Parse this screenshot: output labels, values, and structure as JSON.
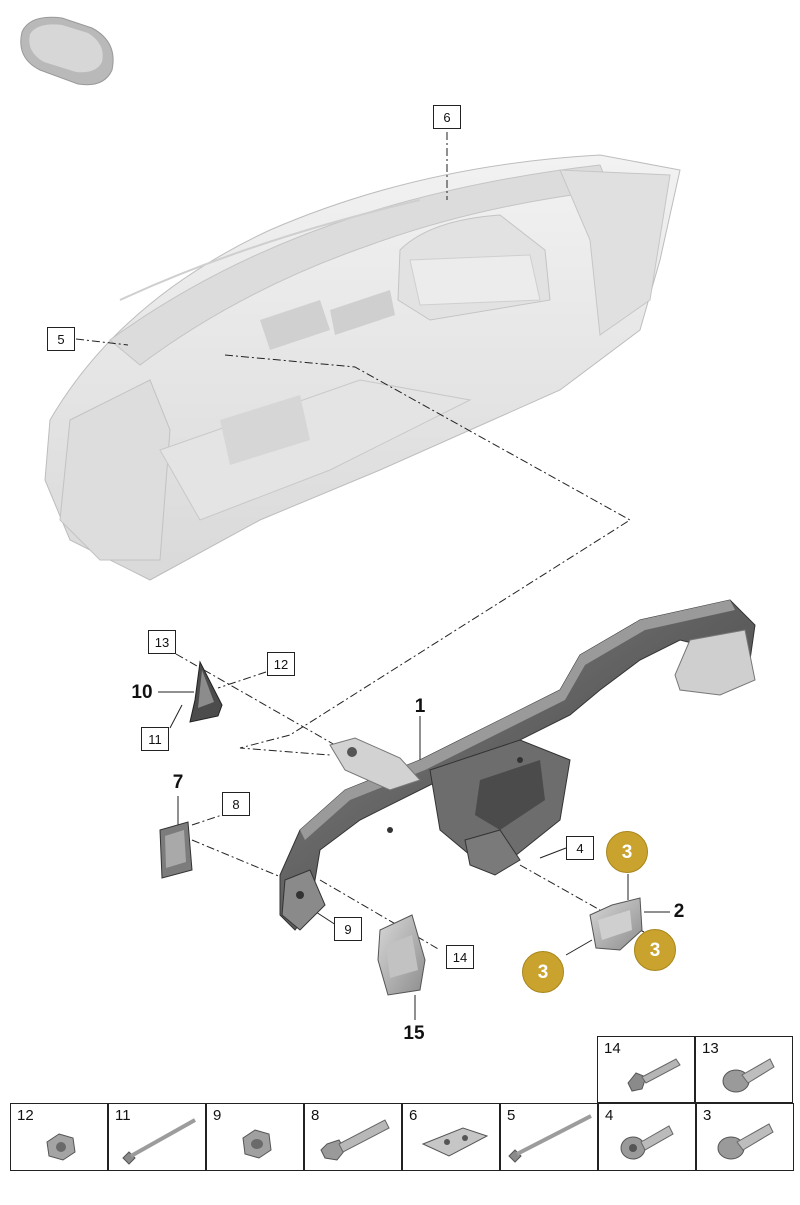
{
  "callouts": {
    "c1": "1",
    "c2": "2",
    "c3a": "3",
    "c3b": "3",
    "c3c": "3",
    "c4": "4",
    "c5": "5",
    "c6": "6",
    "c7": "7",
    "c8": "8",
    "c9": "9",
    "c10": "10",
    "c11": "11",
    "c12": "12",
    "c13": "13",
    "c14": "14",
    "c15": "15"
  },
  "parts_table": {
    "top_row": [
      {
        "num": "14",
        "icon": "flange-bolt-icon"
      },
      {
        "num": "13",
        "icon": "hex-flange-bolt-icon"
      }
    ],
    "bottom_row": [
      {
        "num": "12",
        "icon": "hex-nut-icon"
      },
      {
        "num": "11",
        "icon": "long-bolt-icon"
      },
      {
        "num": "9",
        "icon": "flange-nut-icon"
      },
      {
        "num": "8",
        "icon": "hex-bolt-icon"
      },
      {
        "num": "6",
        "icon": "clip-plate-icon"
      },
      {
        "num": "5",
        "icon": "long-bolt-icon"
      },
      {
        "num": "4",
        "icon": "torx-bolt-icon"
      },
      {
        "num": "3",
        "icon": "hex-flange-bolt-icon"
      }
    ]
  },
  "colors": {
    "callout_gold": "#c9a32d",
    "body_shell": "#e9e9e9",
    "crossmember": "#5a5a5a"
  }
}
